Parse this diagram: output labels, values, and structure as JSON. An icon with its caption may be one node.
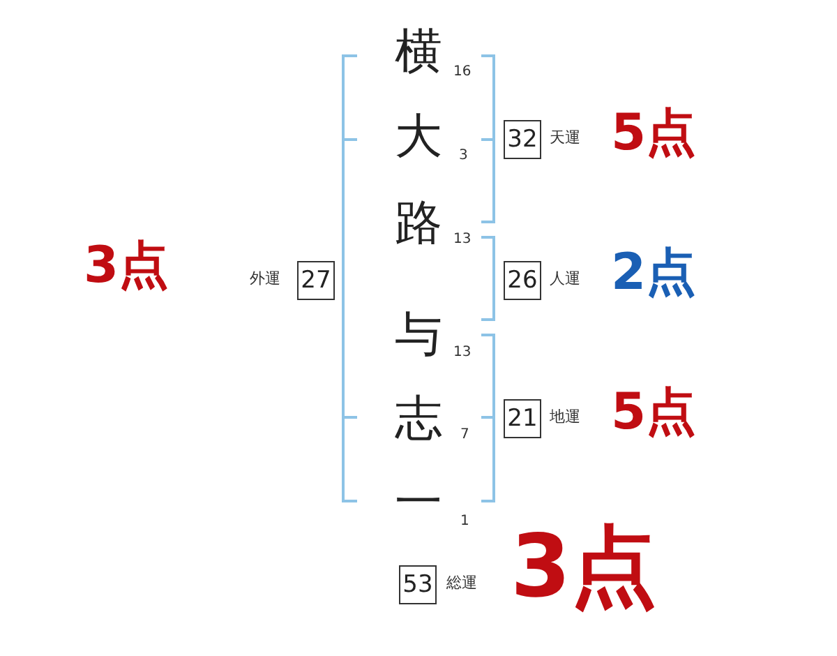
{
  "diagram": {
    "nodes": [
      {
        "text": [
          "32"
        ],
        "beside": [
          "天運"
        ]
      },
      {
        "text": [
          "27"
        ],
        "beside": [
          "外運"
        ]
      },
      {
        "text": [
          "26"
        ],
        "beside": [
          "人運"
        ]
      },
      {
        "text": [
          "21"
        ],
        "beside": [
          "地運"
        ]
      },
      {
        "text": [
          "53"
        ],
        "beside": [
          "総運"
        ]
      }
    ],
    "labels": [
      "横",
      "16",
      "大",
      "3",
      "5点",
      "路",
      "13",
      "3点",
      "2点",
      "与",
      "13",
      "志",
      "7",
      "5点",
      "一",
      "1",
      "3点"
    ]
  }
}
